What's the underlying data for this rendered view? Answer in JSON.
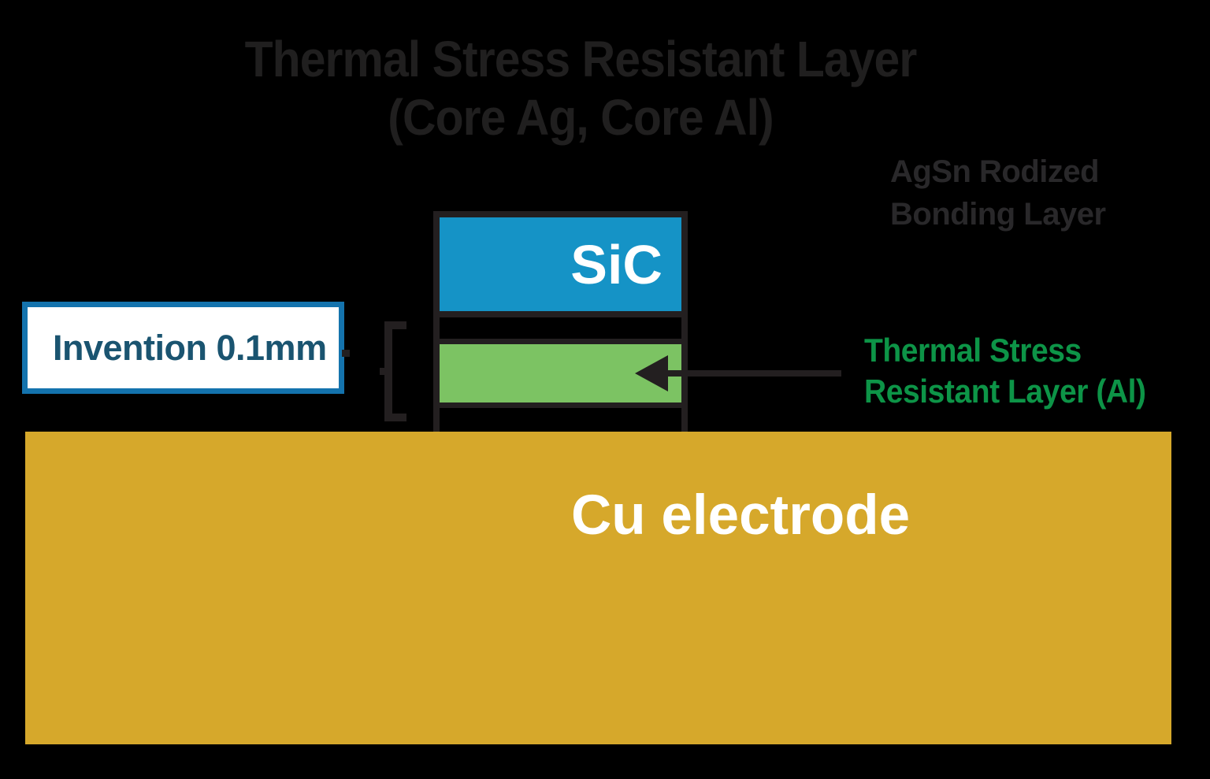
{
  "title": {
    "line1": "Thermal Stress Resistant Layer",
    "line2": "(Core Ag, Core Al)"
  },
  "annotations": {
    "bonding_label": {
      "line1": "AgSn Rodized",
      "line2": "Bonding Layer"
    },
    "invention_label": "Invention 0.1mm",
    "thermal_label": {
      "line1": "Thermal Stress",
      "line2": "Resistant Layer (Al)"
    }
  },
  "layers": {
    "sic_label": "SiC",
    "cu_label": "Cu electrode"
  },
  "colors": {
    "background": "#000000",
    "sic_fill": "#1593c6",
    "thermal_layer_fill": "#7cc363",
    "cu_fill": "#d6a82b",
    "outline": "#231f20",
    "title_text": "#201f1f",
    "bonding_label_text": "#29282a",
    "invention_border": "#1473ad",
    "invention_text": "#1a5470",
    "thermal_label_text": "#0d9447",
    "sic_text": "#ffffff",
    "cu_text": "#ffffff"
  }
}
